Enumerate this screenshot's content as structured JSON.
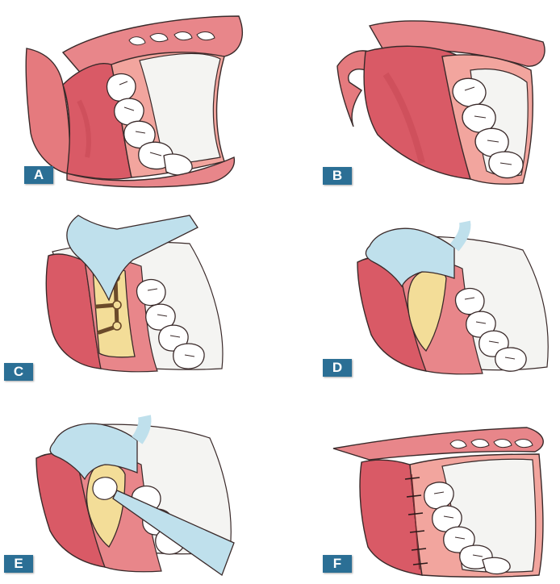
{
  "panels": [
    {
      "id": "A",
      "label": "A",
      "depicts": "open-mouth-oral-view"
    },
    {
      "id": "B",
      "label": "B",
      "depicts": "cheek-retracted-view"
    },
    {
      "id": "C",
      "label": "C",
      "depicts": "retractor-and-bur-holes"
    },
    {
      "id": "D",
      "label": "D",
      "depicts": "bone-window-exposed"
    },
    {
      "id": "E",
      "label": "E",
      "depicts": "elevator-in-cavity"
    },
    {
      "id": "F",
      "label": "F",
      "depicts": "sutured-incision"
    }
  ],
  "colors": {
    "badge": "#2b6f95",
    "badge_text": "#ffffff",
    "gum": "#dd7478",
    "gum_dark": "#c84a55",
    "mucosa_light": "#f2a59e",
    "tooth": "#ffffff",
    "bone": "#f3dd98",
    "retractor": "#bfe0ec",
    "outline": "#3a2a2a"
  }
}
